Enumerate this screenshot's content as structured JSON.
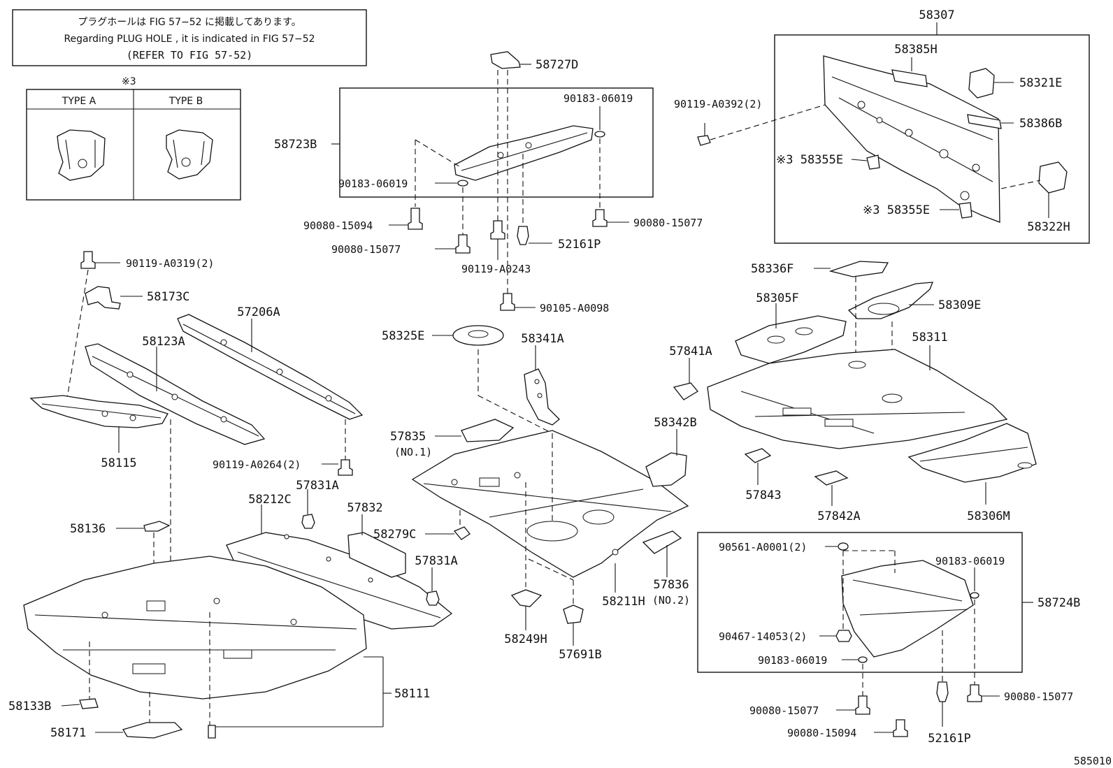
{
  "note": {
    "line1": "プラグホールは FIG 57−52 に掲載してあります。",
    "line2": "Regarding PLUG HOLE , it is indicated in FIG 57−52",
    "line3": "(REFER TO FIG 57-52)"
  },
  "type_legend": {
    "marker": "※3",
    "type_a": "TYPE A",
    "type_b": "TYPE B"
  },
  "labels": {
    "p58307": "58307",
    "p58385H": "58385H",
    "p58321E": "58321E",
    "p58386B": "58386B",
    "p90119A0392": "90119-A0392(2)",
    "p58355E_1": "※3 58355E",
    "p58355E_2": "※3 58355E",
    "p58322H": "58322H",
    "p58727D": "58727D",
    "p90183_06019_a": "90183-06019",
    "p58723B": "58723B",
    "p90183_06019_b": "90183-06019",
    "p90080_15094_a": "90080-15094",
    "p90080_15077_a": "90080-15077",
    "p90080_15077_b": "90080-15077",
    "p52161P_a": "52161P",
    "p90119A0243": "90119-A0243",
    "p90105A0098": "90105-A0098",
    "p90119A0319": "90119-A0319(2)",
    "p58173C": "58173C",
    "p57206A": "57206A",
    "p58123A": "58123A",
    "p58115": "58115",
    "p90119A0264": "90119-A0264(2)",
    "p58325E": "58325E",
    "p58341A": "58341A",
    "p57835": "57835",
    "p57835_no": "(NO.1)",
    "p58342B": "58342B",
    "p58279C": "58279C",
    "p57836": "57836",
    "p57836_no": "(NO.2)",
    "p58211H": "58211H",
    "p58249H": "58249H",
    "p57691B": "57691B",
    "p58212C": "58212C",
    "p57831A_a": "57831A",
    "p57832": "57832",
    "p57831A_b": "57831A",
    "p58136": "58136",
    "p58133B": "58133B",
    "p58171": "58171",
    "p58111": "58111",
    "p58336F": "58336F",
    "p58305F": "58305F",
    "p58309E": "58309E",
    "p58311": "58311",
    "p57841A": "57841A",
    "p57843": "57843",
    "p57842A": "57842A",
    "p58306M": "58306M",
    "p90561A0001": "90561-A0001(2)",
    "p90183_06019_c": "90183-06019",
    "p58724B": "58724B",
    "p90467_14053": "90467-14053(2)",
    "p90183_06019_d": "90183-06019",
    "p90080_15077_c": "90080-15077",
    "p90080_15077_d": "90080-15077",
    "p90080_15094_b": "90080-15094",
    "p52161P_b": "52161P",
    "fig_code": "585010"
  }
}
